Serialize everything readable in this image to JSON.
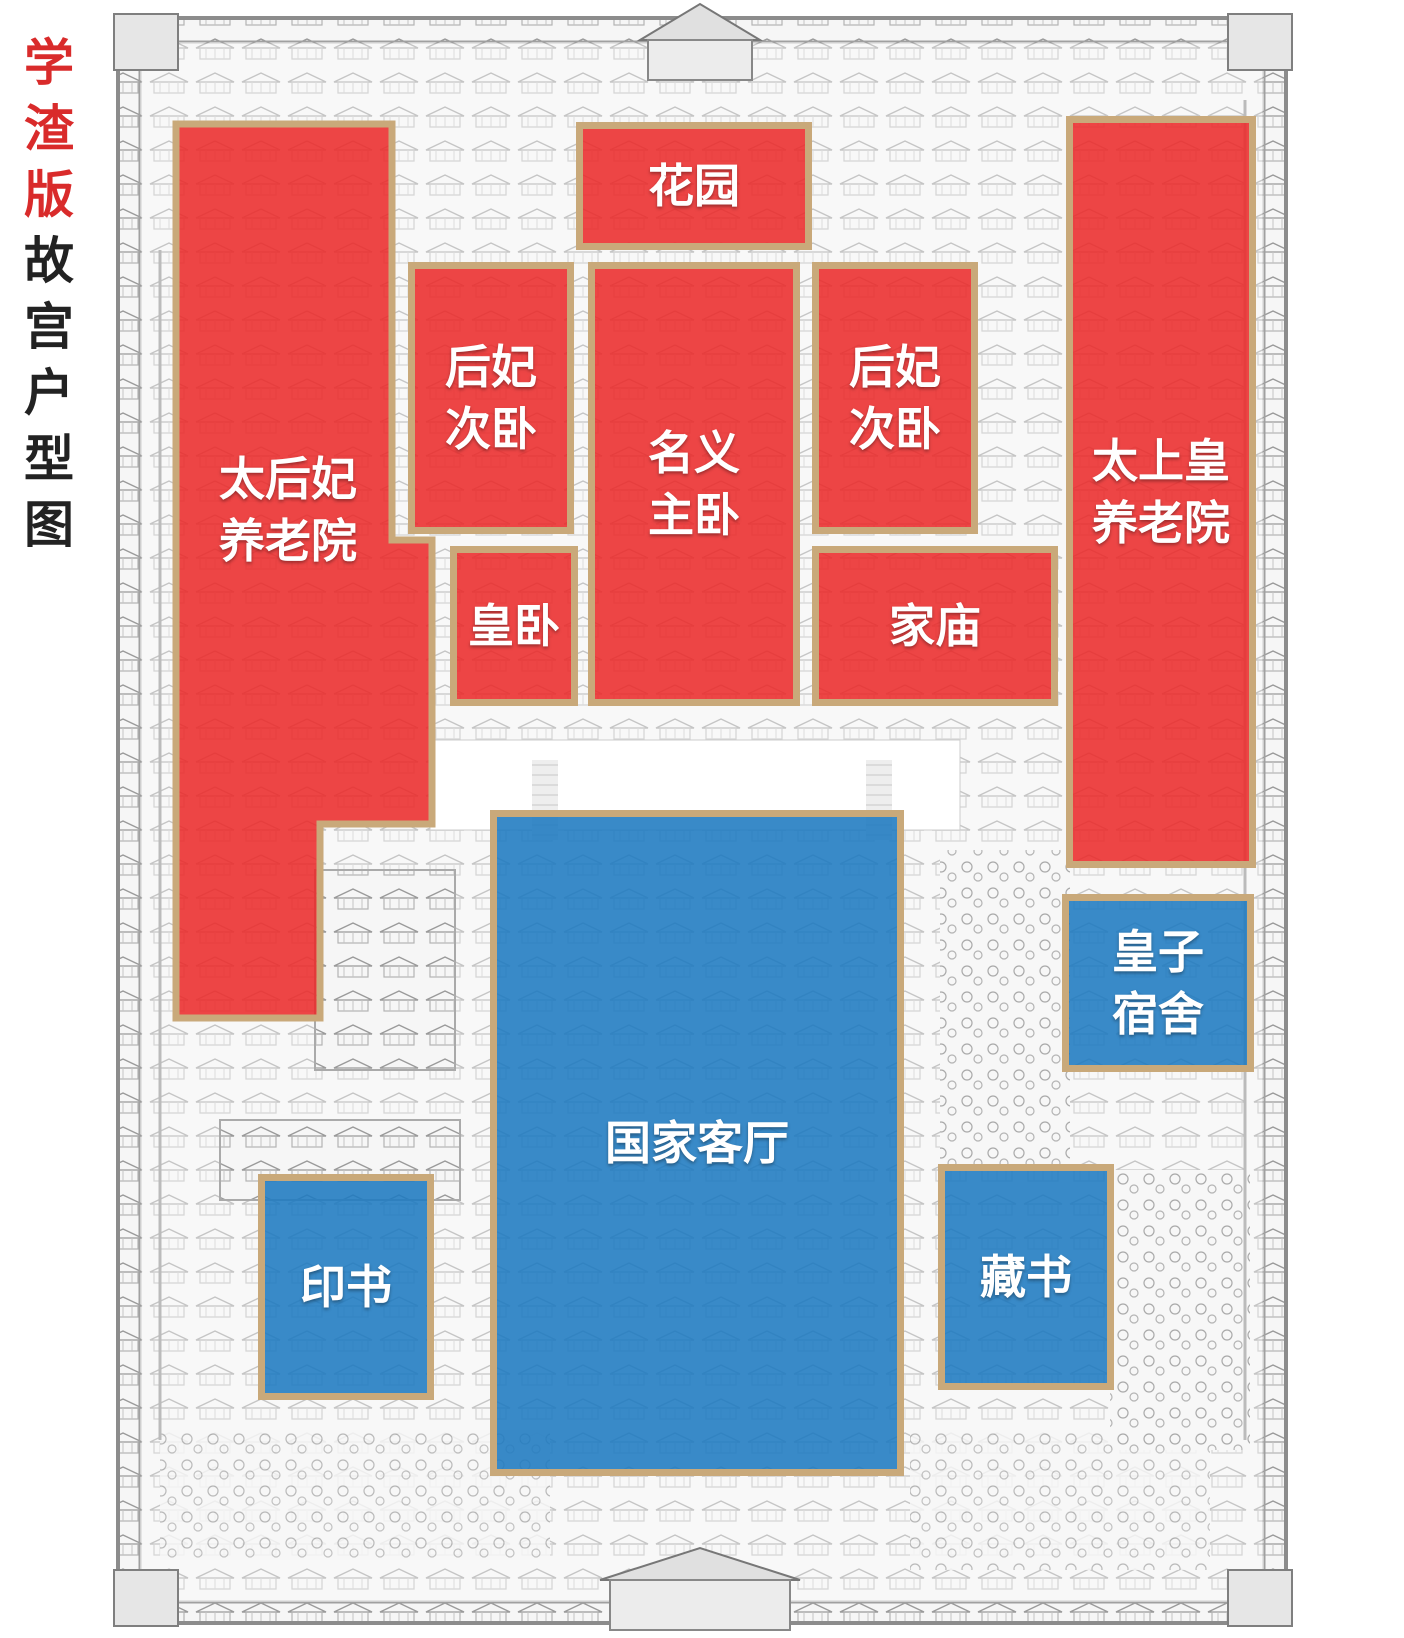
{
  "title": {
    "accent_chars": [
      "学",
      "渣",
      "版"
    ],
    "main_chars": [
      "故",
      "宫",
      "户",
      "型",
      "图"
    ]
  },
  "colors": {
    "private_zone": "#eb2828",
    "public_zone": "#1e7ac0",
    "zone_border": "#c9a97a",
    "title_accent": "#d92b2b"
  },
  "zones": {
    "garden": "花园",
    "empress_dowager": "太后妃\n养老院",
    "consort_west": "后妃\n次卧",
    "master": "名义\n主卧",
    "consort_east": "后妃\n次卧",
    "retired_emperor": "太上皇\n养老院",
    "emperor_bed": "皇卧",
    "ancestral": "家庙",
    "princes": "皇子\n宿舍",
    "living": "国家客厅",
    "print": "印书",
    "library": "藏书"
  }
}
